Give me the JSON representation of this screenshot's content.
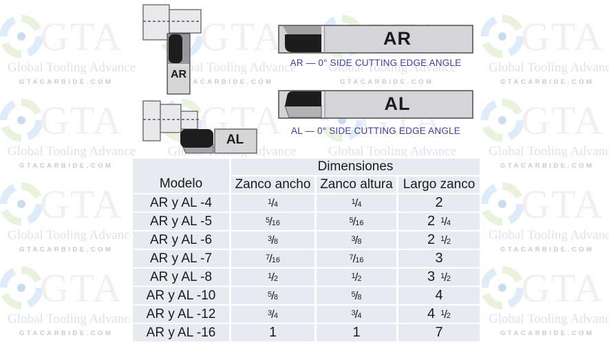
{
  "watermark": {
    "brand": "GTA",
    "tagline": "Global Tooling Advance",
    "domain": "GTACARBIDE.COM"
  },
  "diagrams": {
    "ar_top_label": "AR",
    "al_top_label": "AL",
    "ar_bar_label": "AR",
    "al_bar_label": "AL",
    "ar_caption": "AR — 0° SIDE CUTTING EDGE ANGLE",
    "al_caption": "AL — 0° SIDE CUTTING EDGE ANGLE"
  },
  "table": {
    "title": "Dimensiones",
    "columns": [
      "Modelo",
      "Zanco ancho",
      "Zanco altura",
      "Largo zanco"
    ],
    "rows": [
      {
        "model": "AR y AL -4",
        "ancho": "1/4",
        "altura": "1/4",
        "largo": "2"
      },
      {
        "model": "AR y AL -5",
        "ancho": "5/16",
        "altura": "5/16",
        "largo": "2 1/4"
      },
      {
        "model": "AR y AL -6",
        "ancho": "3/8",
        "altura": "3/8",
        "largo": "2 1/2"
      },
      {
        "model": "AR y AL -7",
        "ancho": "7/16",
        "altura": "7/16",
        "largo": "3"
      },
      {
        "model": "AR y AL -8",
        "ancho": "1/2",
        "altura": "1/2",
        "largo": "3 1/2"
      },
      {
        "model": "AR y AL -10",
        "ancho": "5/8",
        "altura": "5/8",
        "largo": "4"
      },
      {
        "model": "AR y AL -12",
        "ancho": "3/4",
        "altura": "3/4",
        "largo": "4 1/2"
      },
      {
        "model": "AR y AL -16",
        "ancho": "1",
        "altura": "1",
        "largo": "7"
      }
    ]
  },
  "colors": {
    "accent_blue": "#3c3f9c",
    "table_bg": "#e8eaf2",
    "steel_gray": "#d5d5d9",
    "insert_black": "#1c1c1c",
    "watermark_green": "#e8f2dc",
    "watermark_blue": "#ddecf8"
  }
}
